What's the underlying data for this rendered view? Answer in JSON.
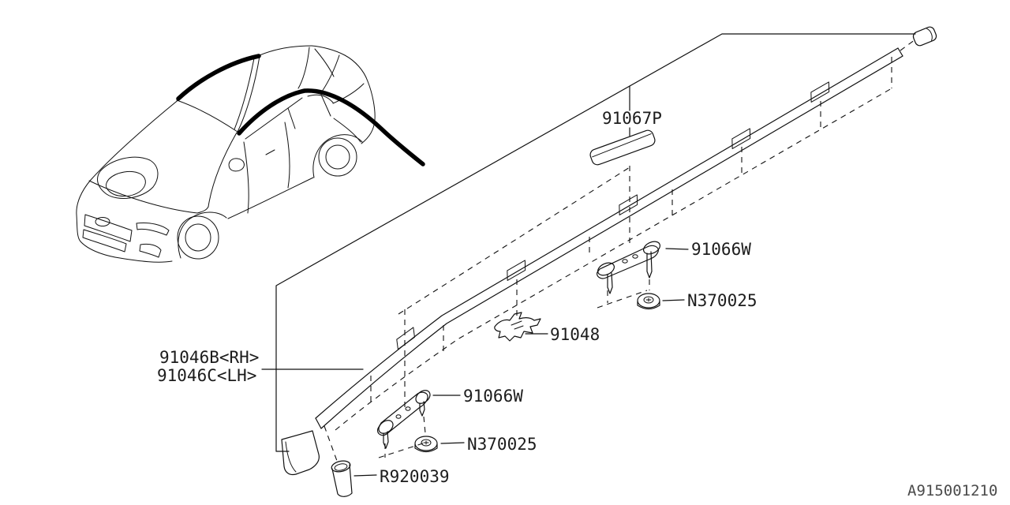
{
  "diagram": {
    "title_hint": "roof molding exploded parts diagram",
    "labels": {
      "pad": "91067P",
      "molding_rh": "91046B<RH>",
      "molding_lh": "91046C<LH>",
      "bracket_upper": "91066W",
      "bracket_lower": "91066W",
      "nut_upper": "N370025",
      "nut_lower": "N370025",
      "clip": "91048",
      "retainer": "R920039"
    },
    "drawing_number": "A915001210",
    "colors": {
      "line": "#111111",
      "background": "#ffffff",
      "drawing_number_text": "#4a4a4a"
    }
  }
}
